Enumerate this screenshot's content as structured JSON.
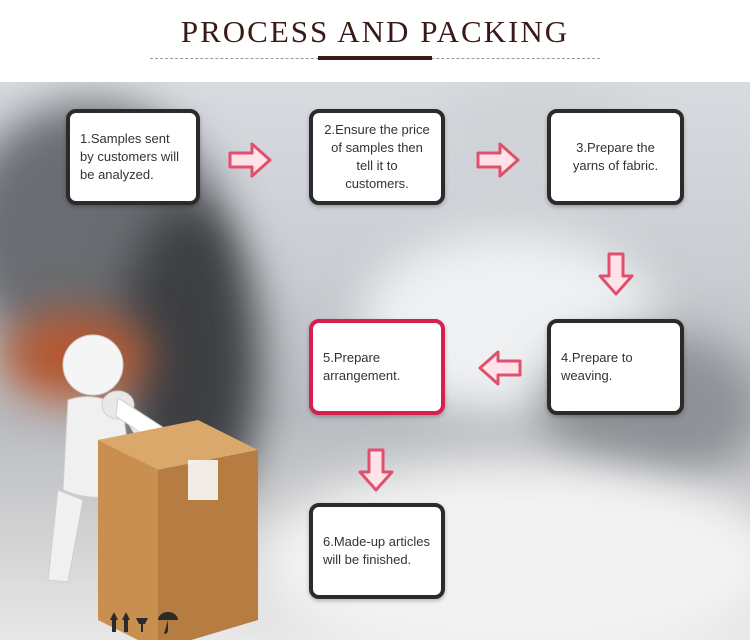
{
  "header": {
    "title": "PROCESS AND PACKING"
  },
  "steps": [
    {
      "text": "1.Samples sent by customers will be analyzed."
    },
    {
      "text": "2.Ensure the price of samples then tell it to customers."
    },
    {
      "text": "3.Prepare the yarns of fabric."
    },
    {
      "text": "4.Prepare to weaving."
    },
    {
      "text": "5.Prepare arrangement."
    },
    {
      "text": "6.Made-up articles will be finished."
    }
  ],
  "colors": {
    "title": "#3a1a16",
    "step_border": "#2b2b2b",
    "highlight_border": "#d6204f",
    "arrow_fill": "#ffe3e8",
    "arrow_stroke": "#e0506e"
  }
}
